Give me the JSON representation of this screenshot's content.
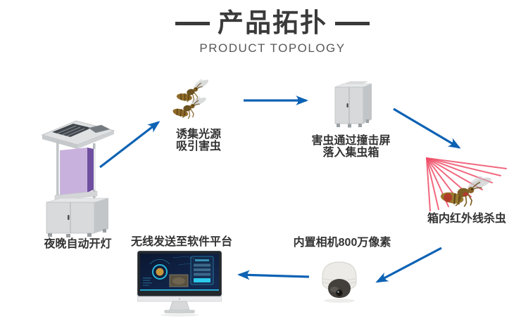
{
  "header": {
    "title": "产品拓扑",
    "subtitle": "PRODUCT TOPOLOGY"
  },
  "nodes": {
    "trap_lamp": {
      "label": "夜晚自动开灯"
    },
    "attract": {
      "line1": "诱集光源",
      "line2": "吸引害虫"
    },
    "collection_box": {
      "line1": "害虫通过撞击屏",
      "line2": "落入集虫箱"
    },
    "infrared": {
      "label": "箱内红外线杀虫"
    },
    "camera": {
      "label": "内置相机800万像素"
    },
    "platform": {
      "label": "无线发送至软件平台"
    }
  },
  "flow": [
    "trap_lamp",
    "attract",
    "collection_box",
    "infrared",
    "camera",
    "platform"
  ],
  "colors": {
    "title_color": "#3a3a3a",
    "subtitle_color": "#585858",
    "label_color": "#333333",
    "arrow_blue": "#0d62b4",
    "infrared_red": "#ef4e68",
    "uv_light": "#c8b2dd",
    "uv_dark": "#6f4fa0",
    "device_gray": "#d8dadb",
    "screen_navy": "#0a1731",
    "screen_cyan": "#2bc9eb"
  }
}
